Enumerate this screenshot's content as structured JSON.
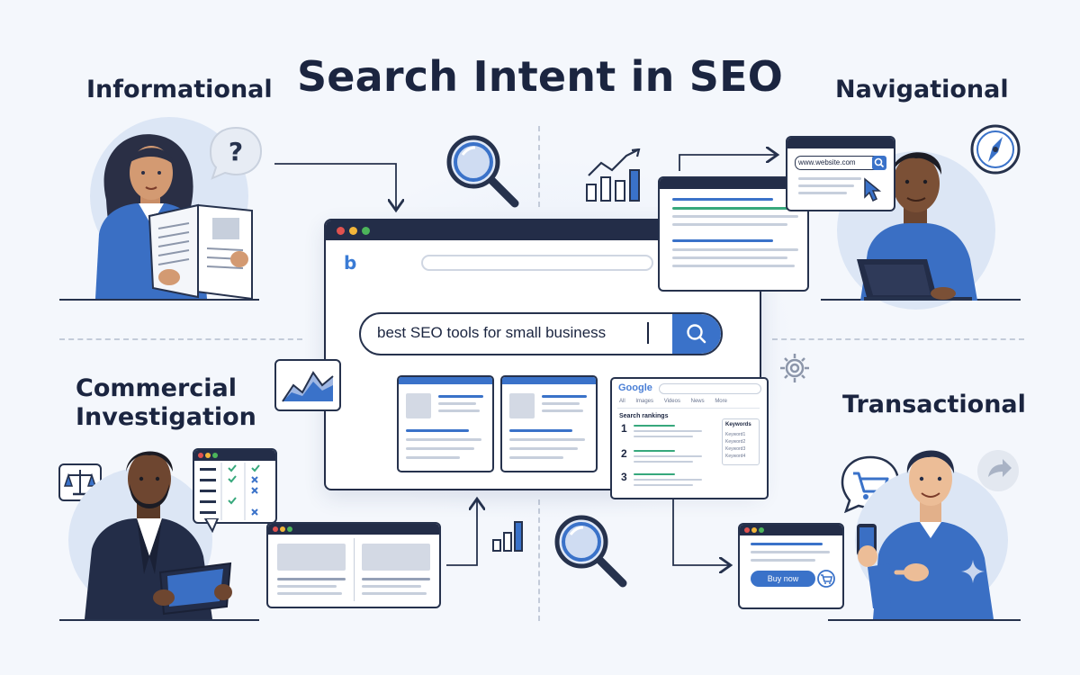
{
  "title": "Search Intent in SEO",
  "quadrants": {
    "informational": "Informational",
    "navigational": "Navigational",
    "commercial_line1": "Commercial",
    "commercial_line2": "Investigation",
    "transactional": "Transactional"
  },
  "search": {
    "query": "best SEO tools for small business"
  },
  "browser": {
    "logo": "b"
  },
  "google_panel": {
    "logo": "Google",
    "tabs": [
      "All",
      "Images",
      "Videos",
      "News",
      "More"
    ],
    "section_title": "Search rankings",
    "ranks": [
      "1",
      "2",
      "3"
    ],
    "keywords_title": "Keywords",
    "keywords": [
      "Keyword1",
      "Keyword2",
      "Keyword3",
      "Keyword4"
    ]
  },
  "nav_window": {
    "url": "www.website.com"
  },
  "transactional_window": {
    "buy_label": "Buy now"
  },
  "colors": {
    "navy": "#232d48",
    "accent_blue": "#3a72c9",
    "green": "#37a87c",
    "background": "#f4f7fc"
  },
  "icons": [
    "magnifier-icon",
    "question-bubble-icon",
    "compass-icon",
    "bar-chart-icon",
    "gear-icon",
    "scale-icon",
    "cart-icon",
    "share-arrow-icon",
    "area-chart-icon",
    "sparkle-icon"
  ]
}
